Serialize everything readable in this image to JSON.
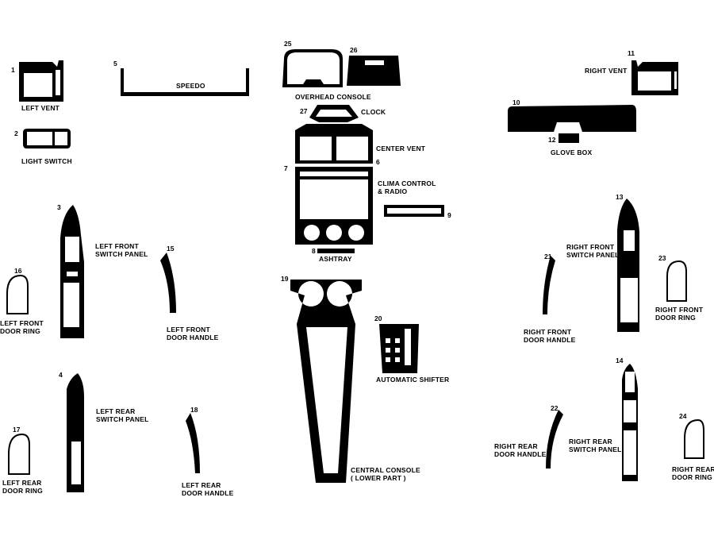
{
  "parts": [
    {
      "id": "left-vent",
      "number": "1",
      "label": "LEFT VENT"
    },
    {
      "id": "light-switch",
      "number": "2",
      "label": "LIGHT SWITCH"
    },
    {
      "id": "left-front-switch-panel",
      "number": "3",
      "label": "LEFT FRONT\nSWITCH PANEL"
    },
    {
      "id": "left-rear-switch-panel",
      "number": "4",
      "label": "LEFT REAR\nSWITCH PANEL"
    },
    {
      "id": "speedo",
      "number": "5",
      "label": "SPEEDO"
    },
    {
      "id": "center-vent",
      "number": "6",
      "label": "CENTER VENT"
    },
    {
      "id": "clima-control",
      "number": "7",
      "label": "CLIMA CONTROL\n& RADIO"
    },
    {
      "id": "ashtray",
      "number": "8",
      "label": "ASHTRAY"
    },
    {
      "id": "radio-strip",
      "number": "9",
      "label": ""
    },
    {
      "id": "dash-main",
      "number": "10",
      "label": ""
    },
    {
      "id": "right-vent",
      "number": "11",
      "label": "RIGHT VENT"
    },
    {
      "id": "glove-box",
      "number": "12",
      "label": "GLOVE BOX"
    },
    {
      "id": "right-front-switch-panel",
      "number": "13",
      "label": "RIGHT FRONT\nSWITCH PANEL"
    },
    {
      "id": "right-rear-switch-panel",
      "number": "14",
      "label": "RIGHT REAR\nSWITCH PANEL"
    },
    {
      "id": "left-front-door-handle",
      "number": "15",
      "label": "LEFT FRONT\nDOOR HANDLE"
    },
    {
      "id": "left-front-door-ring",
      "number": "16",
      "label": "LEFT FRONT\nDOOR RING"
    },
    {
      "id": "left-rear-door-ring",
      "number": "17",
      "label": "LEFT REAR\nDOOR RING"
    },
    {
      "id": "left-rear-door-handle",
      "number": "18",
      "label": "LEFT REAR\nDOOR HANDLE"
    },
    {
      "id": "central-console",
      "number": "19",
      "label": "CENTRAL CONSOLE\n( LOWER PART )"
    },
    {
      "id": "automatic-shifter",
      "number": "20",
      "label": "AUTOMATIC SHIFTER"
    },
    {
      "id": "right-front-door-handle",
      "number": "21",
      "label": "RIGHT FRONT\nDOOR HANDLE"
    },
    {
      "id": "right-rear-door-handle",
      "number": "22",
      "label": "RIGHT REAR\nDOOR HANDLE"
    },
    {
      "id": "right-front-door-ring",
      "number": "23",
      "label": "RIGHT FRONT\nDOOR RING"
    },
    {
      "id": "right-rear-door-ring",
      "number": "24",
      "label": "RIGHT REAR\nDOOR RING"
    },
    {
      "id": "overhead-console",
      "number": "25",
      "label": "OVERHEAD CONSOLE"
    },
    {
      "id": "overhead-console-2",
      "number": "26",
      "label": ""
    },
    {
      "id": "clock",
      "number": "27",
      "label": "CLOCK"
    }
  ],
  "colors": {
    "ink": "#000000",
    "paper": "#ffffff"
  }
}
